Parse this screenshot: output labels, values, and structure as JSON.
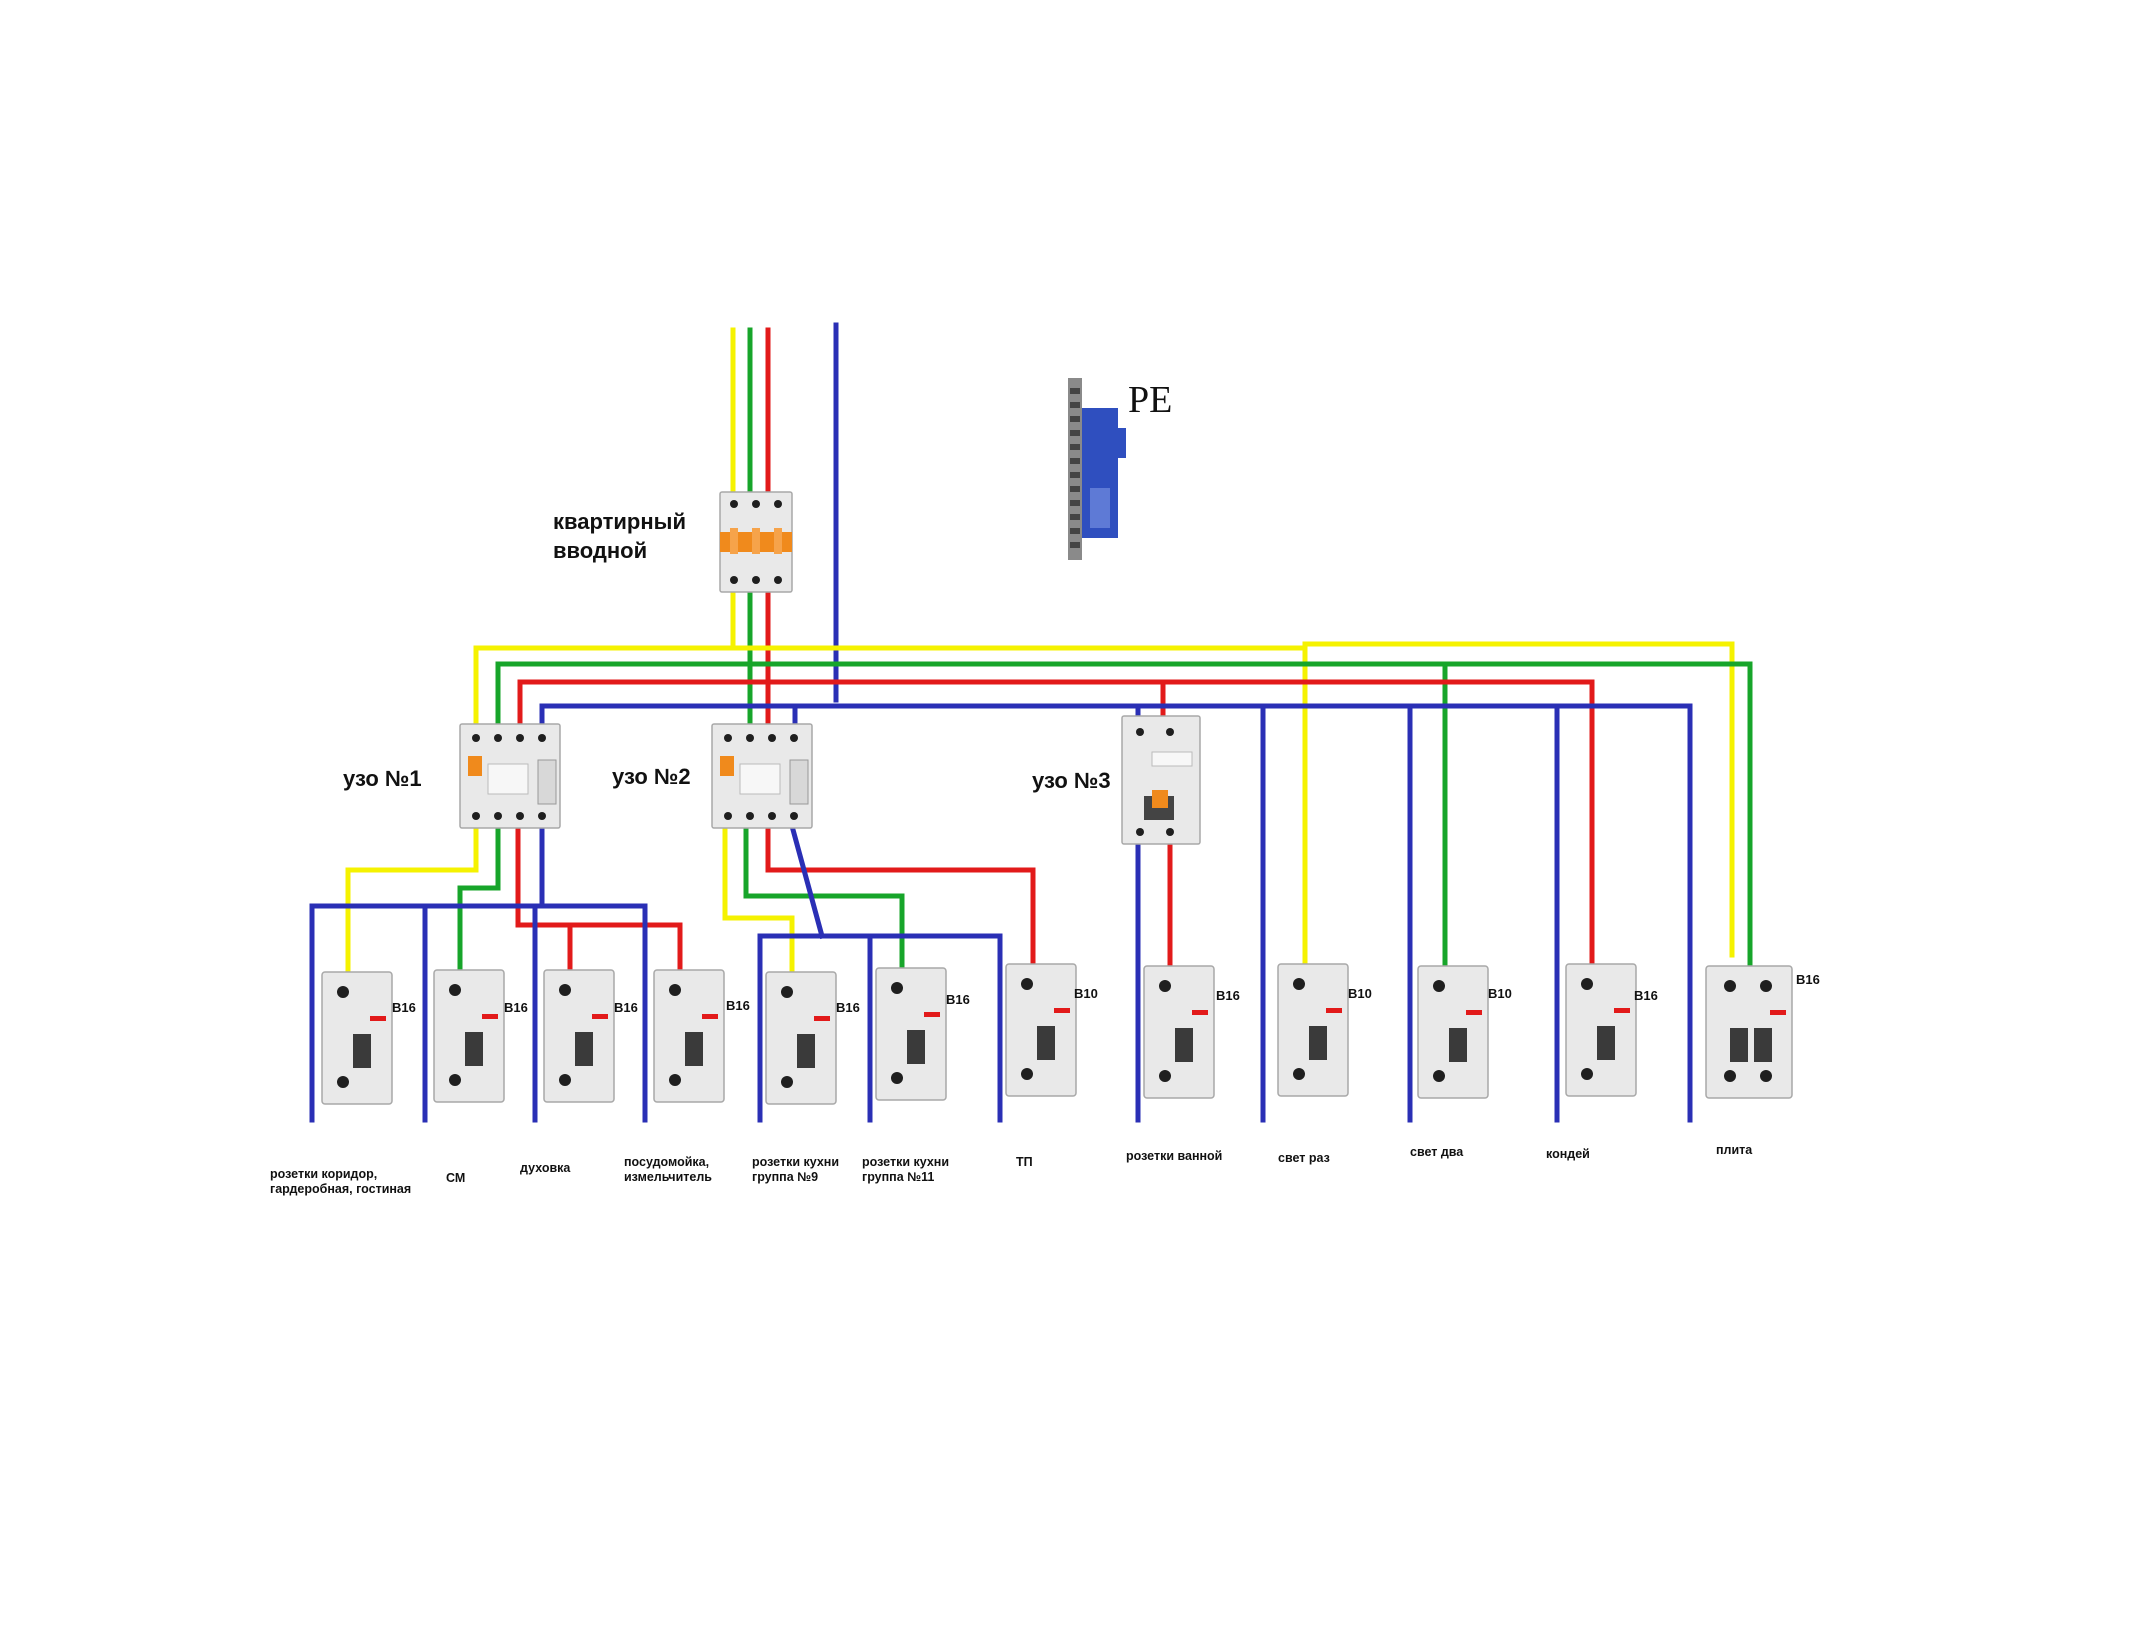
{
  "colors": {
    "yellow": "#f5f200",
    "green": "#17a52a",
    "red": "#e21a1a",
    "blue": "#2a2fb5",
    "device_body": "#e9e9e9",
    "handle_orange": "#f08a1c",
    "pe_bar": "#2f4fbf"
  },
  "labels": {
    "main_breaker": [
      "квартирный",
      "вводной"
    ],
    "pe": "PE",
    "rcd1": "узо №1",
    "rcd2": "узо №2",
    "rcd3": "узо №3"
  },
  "breakers": [
    {
      "rating": "B16",
      "label": [
        "розетки коридор,",
        "гардеробная, гостиная"
      ]
    },
    {
      "rating": "B16",
      "label": [
        "СМ"
      ]
    },
    {
      "rating": "B16",
      "label": [
        "духовка"
      ]
    },
    {
      "rating": "B16",
      "label": [
        "посудомойка,",
        "измельчитель"
      ]
    },
    {
      "rating": "B16",
      "label": [
        "розетки кухни",
        "группа №9"
      ]
    },
    {
      "rating": "B16",
      "label": [
        "розетки кухни",
        "группа №11"
      ]
    },
    {
      "rating": "B10",
      "label": [
        "ТП"
      ]
    },
    {
      "rating": "B16",
      "label": [
        "розетки ванной"
      ]
    },
    {
      "rating": "B10",
      "label": [
        "свет раз"
      ]
    },
    {
      "rating": "B10",
      "label": [
        "свет два"
      ]
    },
    {
      "rating": "B16",
      "label": [
        "кондей"
      ]
    },
    {
      "rating": "B16",
      "label": [
        "плита"
      ]
    }
  ]
}
